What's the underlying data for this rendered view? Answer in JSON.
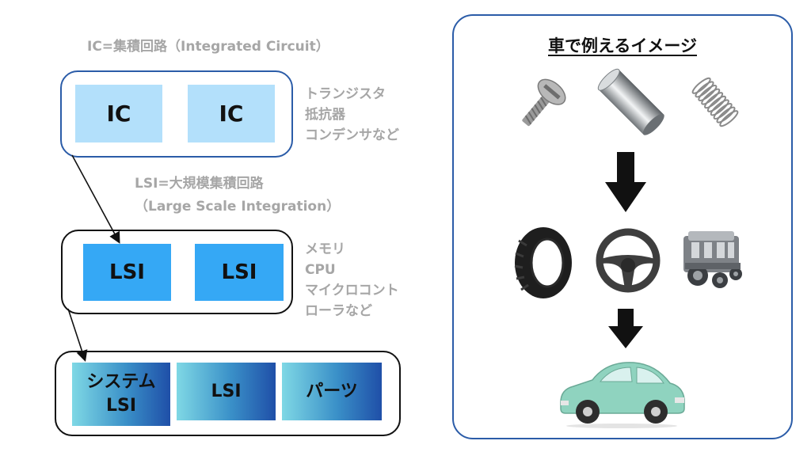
{
  "left": {
    "ic_caption": "IC=集積回路（Integrated  Circuit）",
    "ic_boxes": [
      "IC",
      "IC"
    ],
    "ic_components": [
      "トランジスタ",
      "抵抗器",
      "コンデンサなど"
    ],
    "lsi_caption_line1": "LSI=大規模集積回路",
    "lsi_caption_line2": "（Large  Scale  Integration）",
    "lsi_boxes": [
      "LSI",
      "LSI"
    ],
    "lsi_components": [
      "メモリ",
      "CPU",
      "マイクロコント",
      "ローラなど"
    ],
    "system_boxes": {
      "system_lsi_line1": "システム",
      "system_lsi_line2": "LSI",
      "lsi": "LSI",
      "parts": "パーツ"
    }
  },
  "right": {
    "title": "車で例えるイメージ",
    "row1_icons": [
      "screw-icon",
      "metal-cylinder-icon",
      "spring-icon"
    ],
    "row2_icons": [
      "tire-icon",
      "steering-wheel-icon",
      "engine-icon"
    ],
    "row3_icons": [
      "car-icon"
    ]
  },
  "colors": {
    "ic_box": "#b3e0fb",
    "lsi_box": "#35a8f5",
    "system_gradient_start": "#7fd8e5",
    "system_gradient_end": "#1f4fa8",
    "ic_group_border": "#2b5ca8",
    "panel_border": "#2b5ca8",
    "caption_gray": "#a6a6a6",
    "car_body": "#8fd3bf"
  }
}
